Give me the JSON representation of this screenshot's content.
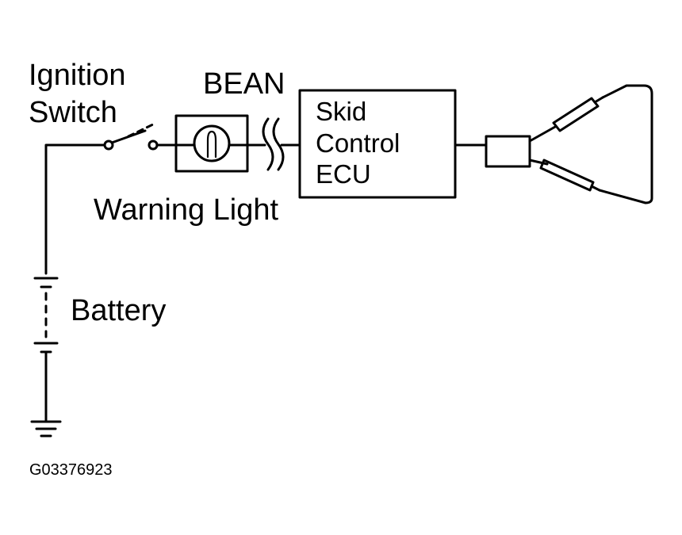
{
  "labels": {
    "ignition_line1": "Ignition",
    "ignition_line2": "Switch",
    "bean": "BEAN",
    "ecu_line1": "Skid",
    "ecu_line2": "Control",
    "ecu_line3": "ECU",
    "warning_light": "Warning Light",
    "battery": "Battery",
    "figure_id": "G03376923"
  },
  "colors": {
    "ink": "#000000",
    "background": "#ffffff"
  }
}
